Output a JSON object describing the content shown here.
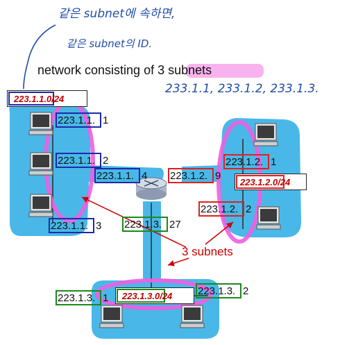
{
  "title": "network consisting of 3 subnets",
  "title_highlight": "3 subnets",
  "notes": {
    "korean_line1": "같은 subnet에 속하면,",
    "korean_line2": "같은 subnet의 ID.",
    "subnet_list": "233.1.1, 233.1.2, 233.1.3."
  },
  "subnet_masks": {
    "left": "223.1.1.0/24",
    "right": "223.1.2.0/24",
    "bottom": "223.1.3.0/24"
  },
  "hosts": {
    "left_top_ip": "223.1.1.",
    "left_top_suffix": "1",
    "left_mid_ip": "223.1.1.",
    "left_mid_suffix": "2",
    "left_bot_ip": "223.1.1.",
    "left_bot_suffix": "3",
    "right_top_ip": "223.1.2.",
    "right_top_suffix": "1",
    "right_bot_ip": "223.1.2.",
    "right_bot_suffix": "2",
    "bottom_left_ip": "223.1.3.",
    "bottom_left_suffix": "1",
    "bottom_right_ip": "223.1.3.",
    "bottom_right_suffix": "2"
  },
  "router": {
    "left_ip": "223.1.1.",
    "left_suffix": "4",
    "right_ip": "223.1.2.",
    "right_suffix": "9",
    "bottom_ip": "223.1.3.",
    "bottom_suffix": "27"
  },
  "callout": "3 subnets",
  "colors": {
    "subnet_fill": "#49b8e8",
    "ring": "#ee5fe0",
    "blue_box": "#1a2aa8",
    "red_box": "#e02020",
    "green_box": "#1a8a1a",
    "ink": "#1f4ea8",
    "callout_red": "#cc0000"
  }
}
